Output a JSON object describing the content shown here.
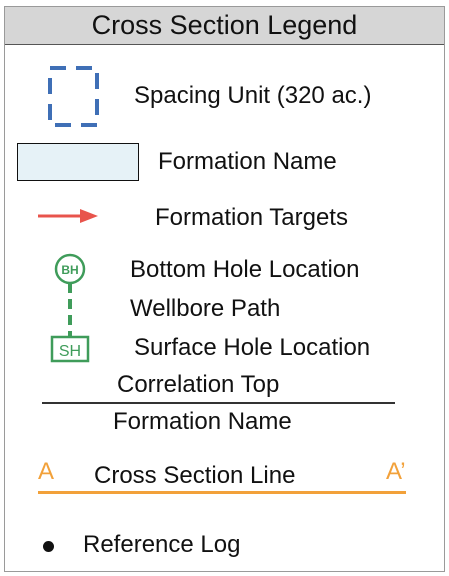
{
  "title": "Cross Section Legend",
  "items": [
    {
      "key": "spacing_unit",
      "label": "Spacing Unit (320 ac.)",
      "symbol": "dashed-blue-rectangle"
    },
    {
      "key": "formation_name_box",
      "label": "Formation Name",
      "symbol": "light-blue-rectangle"
    },
    {
      "key": "formation_targets",
      "label": "Formation Targets",
      "symbol": "red-arrow"
    },
    {
      "key": "bottom_hole",
      "label": "Bottom Hole Location",
      "symbol": "green-circle",
      "symbol_text": "BH"
    },
    {
      "key": "wellbore",
      "label": "Wellbore Path",
      "symbol": "green-dashed-line"
    },
    {
      "key": "surface_hole",
      "label": "Surface Hole Location",
      "symbol": "green-square",
      "symbol_text": "SH"
    },
    {
      "key": "correlation_top",
      "label": "Correlation Top",
      "symbol": "black-line"
    },
    {
      "key": "formation_name_line",
      "label": "Formation Name"
    },
    {
      "key": "cross_section_line",
      "label": "Cross Section Line",
      "symbol": "orange-line",
      "start_label": "A",
      "end_label": "A’"
    },
    {
      "key": "reference_log",
      "label": "Reference Log",
      "symbol": "black-dot"
    }
  ],
  "colors": {
    "header_bg": "#d6d6d6",
    "spacing_unit": "#3f6fb6",
    "formation_box_fill": "#e6f2f7",
    "arrow": "#e8544c",
    "well": "#3f9c5a",
    "cross_section": "#f2a13a",
    "text": "#111111"
  }
}
